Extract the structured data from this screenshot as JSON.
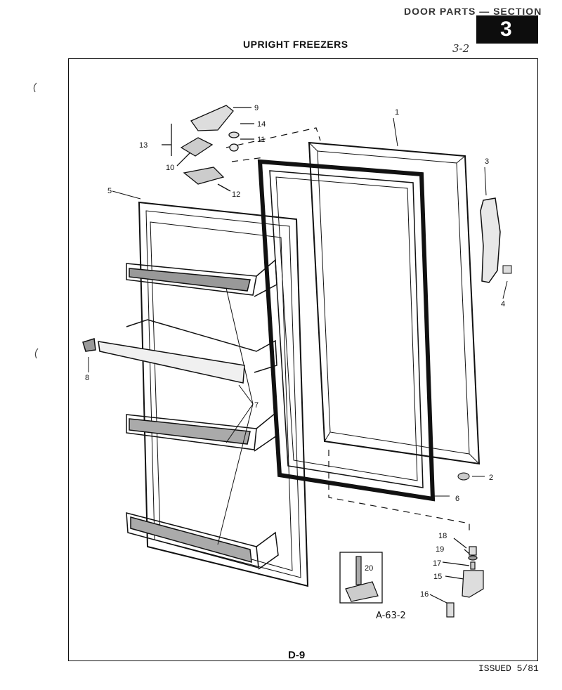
{
  "header": {
    "cut_text": "DOOR PARTS — SECTION",
    "section_number": "3",
    "title": "UPRIGHT FREEZERS",
    "handwritten_note": "3-2"
  },
  "callouts": [
    "1",
    "2",
    "3",
    "4",
    "5",
    "6",
    "7",
    "8",
    "9",
    "10",
    "11",
    "12",
    "13",
    "14",
    "15",
    "16",
    "17",
    "18",
    "19",
    "20"
  ],
  "figure_ref": "A-63-2",
  "footer": {
    "page": "D-9",
    "issued": "ISSUED 5/81"
  }
}
